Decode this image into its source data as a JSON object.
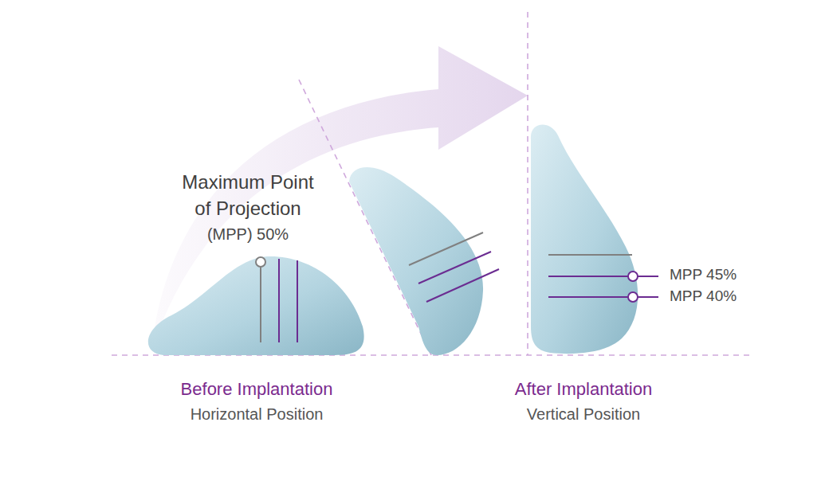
{
  "diagram": {
    "labels": [
      "Maximum Point of Projection",
      "(MPP) 50%",
      "MPP 45%",
      "MPP 40%",
      "Before Implantation",
      "Horizontal Position",
      "After Implantation",
      "Vertical Position"
    ]
  }
}
